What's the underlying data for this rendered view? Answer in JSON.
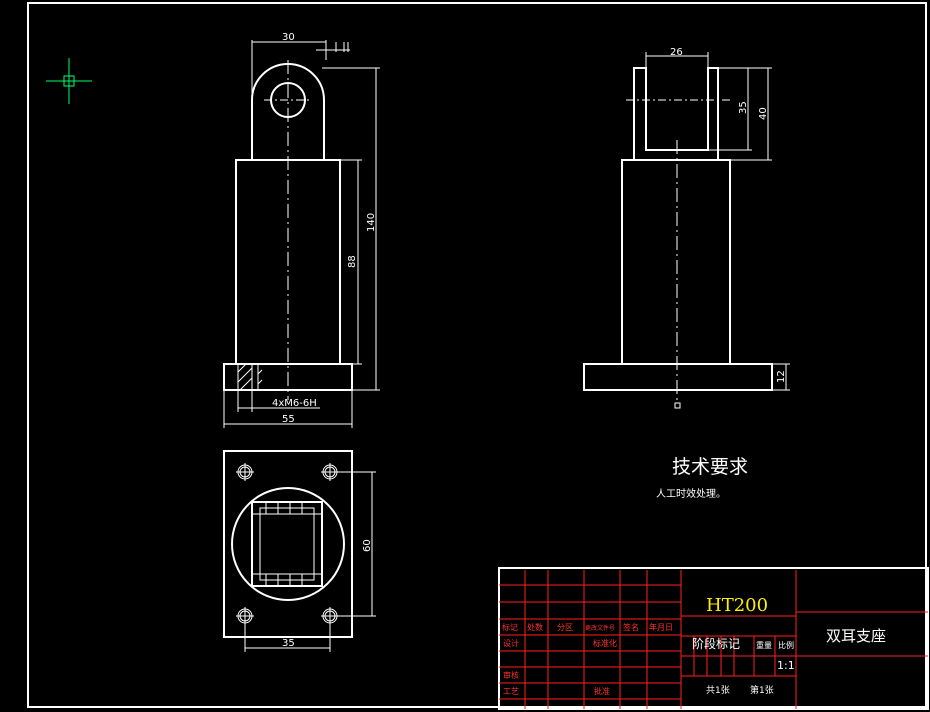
{
  "dimensions": {
    "front_top_width": "30",
    "front_top_small": "",
    "front_height_total": "140",
    "front_height_body": "88",
    "front_thread": "4xM6-6H",
    "front_base_width": "55",
    "side_slot_width": "26",
    "side_slot_depth": "35",
    "side_ear_height": "40",
    "side_base_height": "12",
    "top_height": "60",
    "top_hole_spacing": "35"
  },
  "requirements": {
    "title": "技术要求",
    "item": "人工时效处理。"
  },
  "title_block": {
    "material": "HT200",
    "part_name": "双耳支座",
    "stage_mark": "阶段标记",
    "weight_label": "重量",
    "scale_label": "比例",
    "scale_value": "1:1",
    "sheets_total": "共1张",
    "sheet_no": "第1张",
    "row_labels": [
      "标记",
      "处数",
      "分区",
      "更改文件号",
      "签名",
      "年月日"
    ],
    "design": "设计",
    "standardize": "标准化",
    "review": "审核",
    "process": "工艺",
    "approve": "批准"
  },
  "colors": {
    "background": "#000000",
    "lines": "#ffffff",
    "table_lines": "#ff2020",
    "material_text": "#ffee00",
    "cursor": "#00ff66"
  }
}
